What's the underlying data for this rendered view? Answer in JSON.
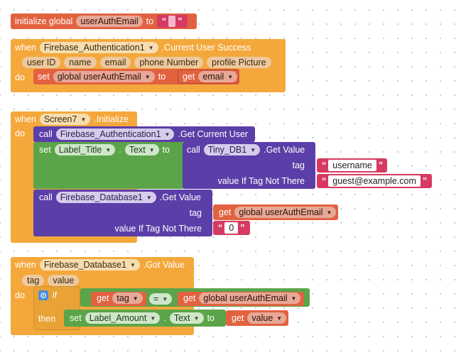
{
  "colors": {
    "event": "#f4a83c",
    "variable": "#e26240",
    "procedure": "#5b3ea8",
    "component": "#5ba449",
    "text": "#d63a62",
    "control": "#f4a83c"
  },
  "kw": {
    "initialize_global": "initialize global",
    "to": "to",
    "when": "when",
    "do": "do",
    "set": "set",
    "get": "get",
    "call": "call",
    "if": "if",
    "then": "then",
    "equals": "=",
    "dot": "."
  },
  "block1": {
    "var": "userAuthEmail",
    "value": ""
  },
  "block2": {
    "component": "Firebase_Authentication1",
    "event": ".Current User Success",
    "params": [
      "user ID",
      "name",
      "email",
      "phone Number",
      "profile Picture"
    ],
    "set_target": "global userAuthEmail",
    "get_value": "email"
  },
  "block3": {
    "component": "Screen7",
    "event": ".Initialize",
    "call1_component": "Firebase_Authentication1",
    "call1_method": ".Get Current User",
    "set_component": "Label_Title",
    "set_property": "Text",
    "call2_component": "Tiny_DB1",
    "call2_method": ".Get Value",
    "tag_label": "tag",
    "tag_value": "username",
    "vitnt_label": "value If Tag Not There",
    "vitnt_value": "guest@example.com",
    "call3_component": "Firebase_Database1",
    "call3_method": ".Get Value",
    "tag2_label": "tag",
    "tag2_get": "global userAuthEmail",
    "vitnt2_label": "value If Tag Not There",
    "vitnt2_value": "0"
  },
  "block4": {
    "component": "Firebase_Database1",
    "event": ".Got Value",
    "params": [
      "tag",
      "value"
    ],
    "cond_left": "tag",
    "cond_right": "global userAuthEmail",
    "set_component": "Label_Amount",
    "set_property": "Text",
    "get_value": "value"
  }
}
